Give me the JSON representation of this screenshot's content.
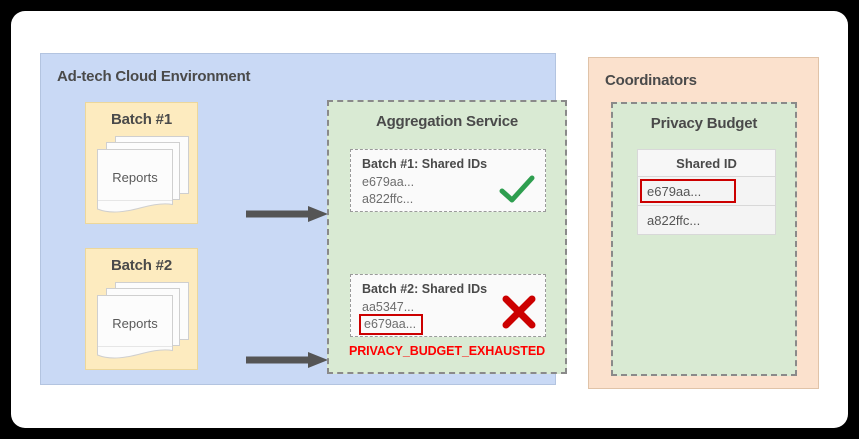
{
  "diagram": {
    "adtech": {
      "title": "Ad-tech Cloud Environment",
      "batches": [
        {
          "label": "Batch #1",
          "doc_label": "Reports"
        },
        {
          "label": "Batch #2",
          "doc_label": "Reports"
        }
      ]
    },
    "aggregation": {
      "title": "Aggregation Service",
      "cards": [
        {
          "title": "Batch #1: Shared IDs",
          "ids": [
            "e679aa...",
            "a822ffc..."
          ],
          "status": "check-icon",
          "highlighted_id": null
        },
        {
          "title": "Batch #2: Shared IDs",
          "ids": [
            "aa5347...",
            "e679aa..."
          ],
          "status": "x-icon",
          "highlighted_id": "e679aa..."
        }
      ],
      "error_text": "PRIVACY_BUDGET_EXHAUSTED"
    },
    "coordinators": {
      "title": "Coordinators",
      "privacy_budget": {
        "title": "Privacy Budget",
        "table": {
          "header": "Shared ID",
          "rows": [
            {
              "value": "e679aa...",
              "highlighted": true
            },
            {
              "value": "a822ffc...",
              "highlighted": false
            }
          ]
        }
      }
    },
    "colors": {
      "adtech_panel": "#c9d9f5",
      "batch_card": "#fdebbf",
      "aggregation_panel": "#d9ead3",
      "coordinators_panel": "#fbe1cd",
      "success": "#2e9e4f",
      "error": "#cc0000",
      "error_text": "#ff0000",
      "arrow": "#555555"
    }
  }
}
